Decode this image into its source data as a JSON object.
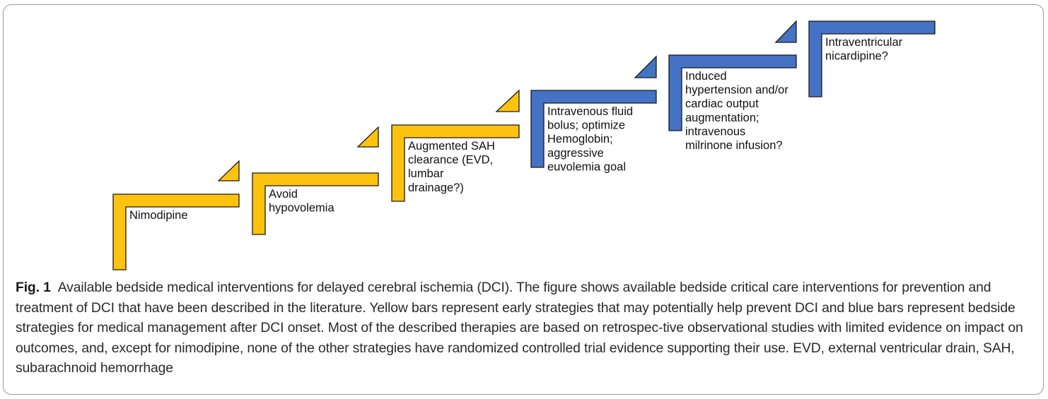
{
  "figure": {
    "steps": [
      {
        "phase": "early",
        "lines": [
          "Nimodipine"
        ]
      },
      {
        "phase": "early",
        "lines": [
          "Avoid",
          "hypovolemia"
        ]
      },
      {
        "phase": "early",
        "lines": [
          "Augmented SAH",
          "clearance (EVD,",
          "lumbar",
          "drainage?)"
        ]
      },
      {
        "phase": "management",
        "lines": [
          "Intravenous fluid",
          "bolus; optimize",
          "Hemoglobin;",
          "aggressive",
          "euvolemia goal"
        ]
      },
      {
        "phase": "management",
        "lines": [
          "Induced",
          "hypertension and/or",
          "cardiac output",
          "augmentation;",
          "intravenous",
          "milrinone infusion?"
        ]
      },
      {
        "phase": "management",
        "lines": [
          "Intraventricular",
          "nicardipine?"
        ]
      }
    ],
    "colors": {
      "early": "#FFC20E",
      "management": "#4472C4",
      "outline": "#1a1a1a"
    }
  },
  "caption": {
    "label": "Fig. 1",
    "text": "Available bedside medical interventions for delayed cerebral ischemia (DCI). The figure shows available bedside critical care interventions for prevention and treatment of DCI that have been described in the literature. Yellow bars represent early strategies that may potentially help prevent DCI and blue bars represent bedside strategies for medical management after DCI onset. Most of the described therapies are based on retrospec-tive observational studies with limited evidence on impact on outcomes, and, except for nimodipine, none of the other strategies have randomized controlled trial evidence supporting their use. EVD, external ventricular drain, SAH, subarachnoid hemorrhage"
  }
}
